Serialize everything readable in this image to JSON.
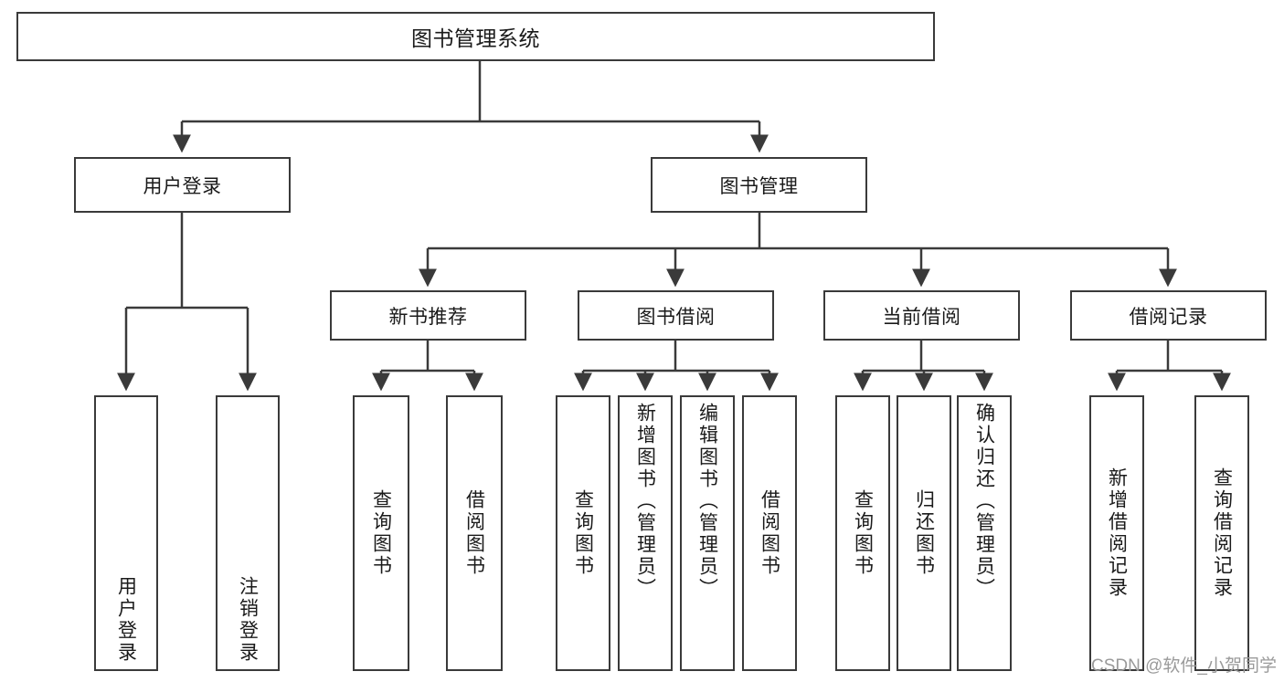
{
  "diagram": {
    "type": "tree",
    "title": "图书管理系统",
    "stroke_color": "#3a3a3a",
    "background_color": "#ffffff",
    "text_color": "#1a1a1a"
  },
  "root": {
    "label": "图书管理系统"
  },
  "level2": [
    {
      "label": "用户登录"
    },
    {
      "label": "图书管理"
    }
  ],
  "level3": [
    {
      "label": "新书推荐"
    },
    {
      "label": "图书借阅"
    },
    {
      "label": "当前借阅"
    },
    {
      "label": "借阅记录"
    }
  ],
  "leaves": {
    "user_login": [
      {
        "label": "用户登录"
      },
      {
        "label": "注销登录"
      }
    ],
    "new_book": [
      {
        "label": "查询图书"
      },
      {
        "label": "借阅图书"
      }
    ],
    "book_borrow": [
      {
        "label": "查询图书"
      },
      {
        "label": "新增图书（管理员）"
      },
      {
        "label": "编辑图书（管理员）"
      },
      {
        "label": "借阅图书"
      }
    ],
    "current_borrow": [
      {
        "label": "查询图书"
      },
      {
        "label": "归还图书"
      },
      {
        "label": "确认归还（管理员）"
      }
    ],
    "borrow_record": [
      {
        "label": "新增借阅记录"
      },
      {
        "label": "查询借阅记录"
      }
    ]
  },
  "watermark": {
    "text": "CSDN @软件_小贺同学"
  }
}
